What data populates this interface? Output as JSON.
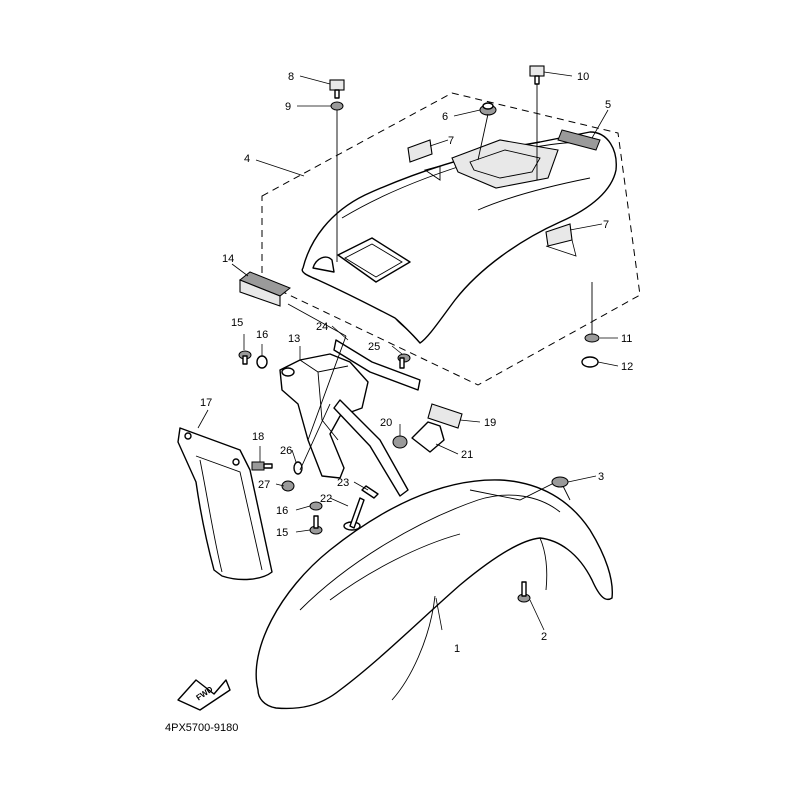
{
  "diagram": {
    "part_code": "4PX5700-9180",
    "fwd_label": "FWD",
    "callouts": {
      "c1": "1",
      "c2": "2",
      "c3": "3",
      "c4": "4",
      "c5": "5",
      "c6": "6",
      "c7a": "7",
      "c7b": "7",
      "c8": "8",
      "c9": "9",
      "c10": "10",
      "c11": "11",
      "c12": "12",
      "c13": "13",
      "c14": "14",
      "c15a": "15",
      "c15b": "15",
      "c16a": "16",
      "c16b": "16",
      "c17": "17",
      "c18": "18",
      "c19": "19",
      "c20": "20",
      "c21": "21",
      "c22": "22",
      "c23": "23",
      "c24": "24",
      "c25": "25",
      "c26": "26",
      "c27": "27"
    }
  }
}
